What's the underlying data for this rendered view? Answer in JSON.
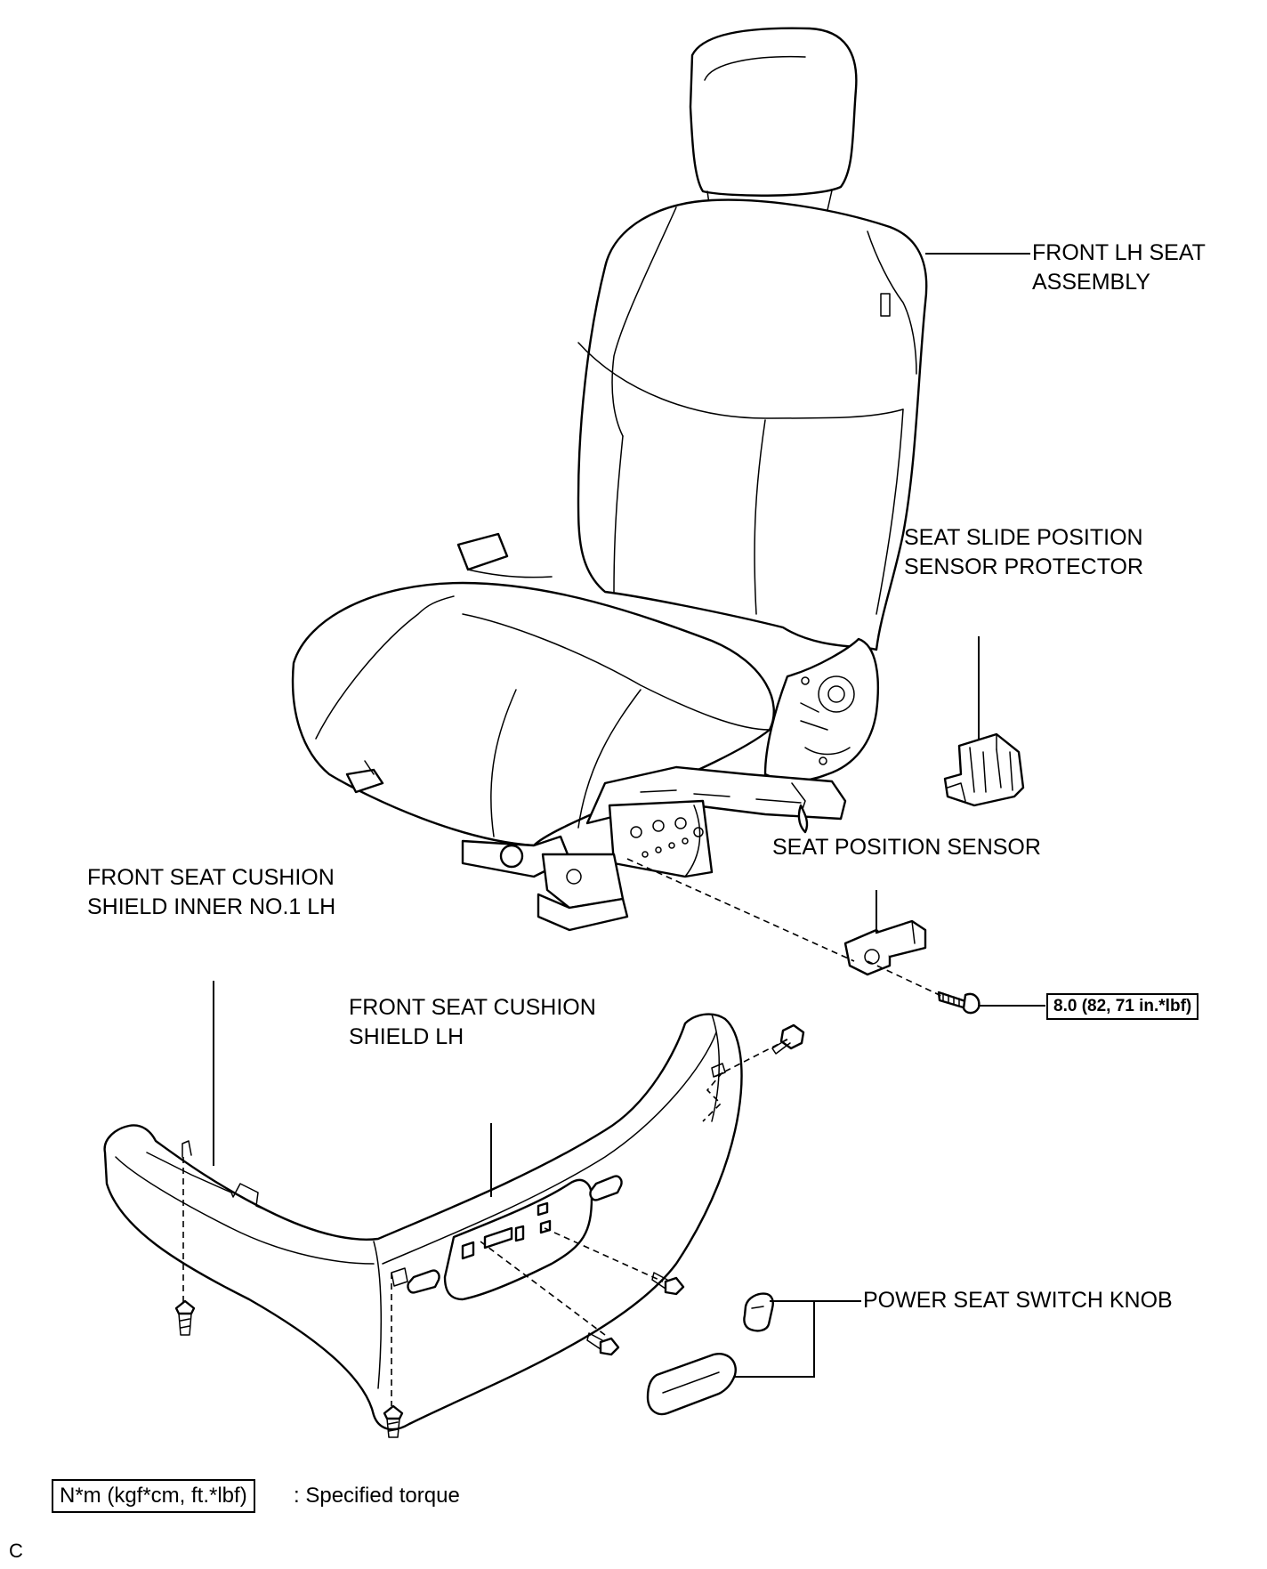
{
  "labels": {
    "seat_assembly": [
      "FRONT LH SEAT",
      "ASSEMBLY"
    ],
    "slide_sensor_protector": [
      "SEAT SLIDE POSITION",
      "SENSOR PROTECTOR"
    ],
    "position_sensor": "SEAT POSITION SENSOR",
    "cushion_shield_inner": [
      "FRONT SEAT CUSHION",
      "SHIELD INNER NO.1 LH"
    ],
    "cushion_shield": [
      "FRONT SEAT CUSHION",
      "SHIELD LH"
    ],
    "switch_knob": "POWER SEAT SWITCH KNOB"
  },
  "torque": "8.0 (82, 71 in.*lbf)",
  "legend": {
    "unit_box": "N*m (kgf*cm, ft.*lbf)",
    "description": ": Specified torque"
  },
  "corner_code": "C"
}
